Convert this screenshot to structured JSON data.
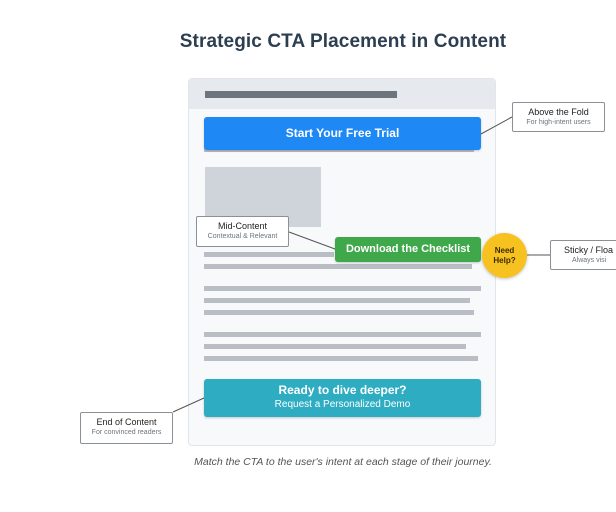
{
  "title": "Strategic CTA Placement in Content",
  "caption": "Match the CTA to the user's intent at each stage of their journey.",
  "ctas": {
    "top": "Start Your Free Trial",
    "mid": "Download the Checklist",
    "end_line1": "Ready to dive deeper?",
    "end_line2": "Request a Personalized Demo"
  },
  "sticky": {
    "line1": "Need",
    "line2": "Help?"
  },
  "callouts": {
    "fold": {
      "title": "Above the Fold",
      "sub": "For high-intent users"
    },
    "mid": {
      "title": "Mid-Content",
      "sub": "Contextual & Relevant"
    },
    "sticky": {
      "title": "Sticky / Floa",
      "sub": "Always visi"
    },
    "end": {
      "title": "End of Content",
      "sub": "For convinced readers"
    }
  },
  "colors": {
    "cta_top": "#1e88f5",
    "cta_mid": "#3fa84a",
    "cta_end": "#2eadc2",
    "sticky": "#f7c120"
  }
}
